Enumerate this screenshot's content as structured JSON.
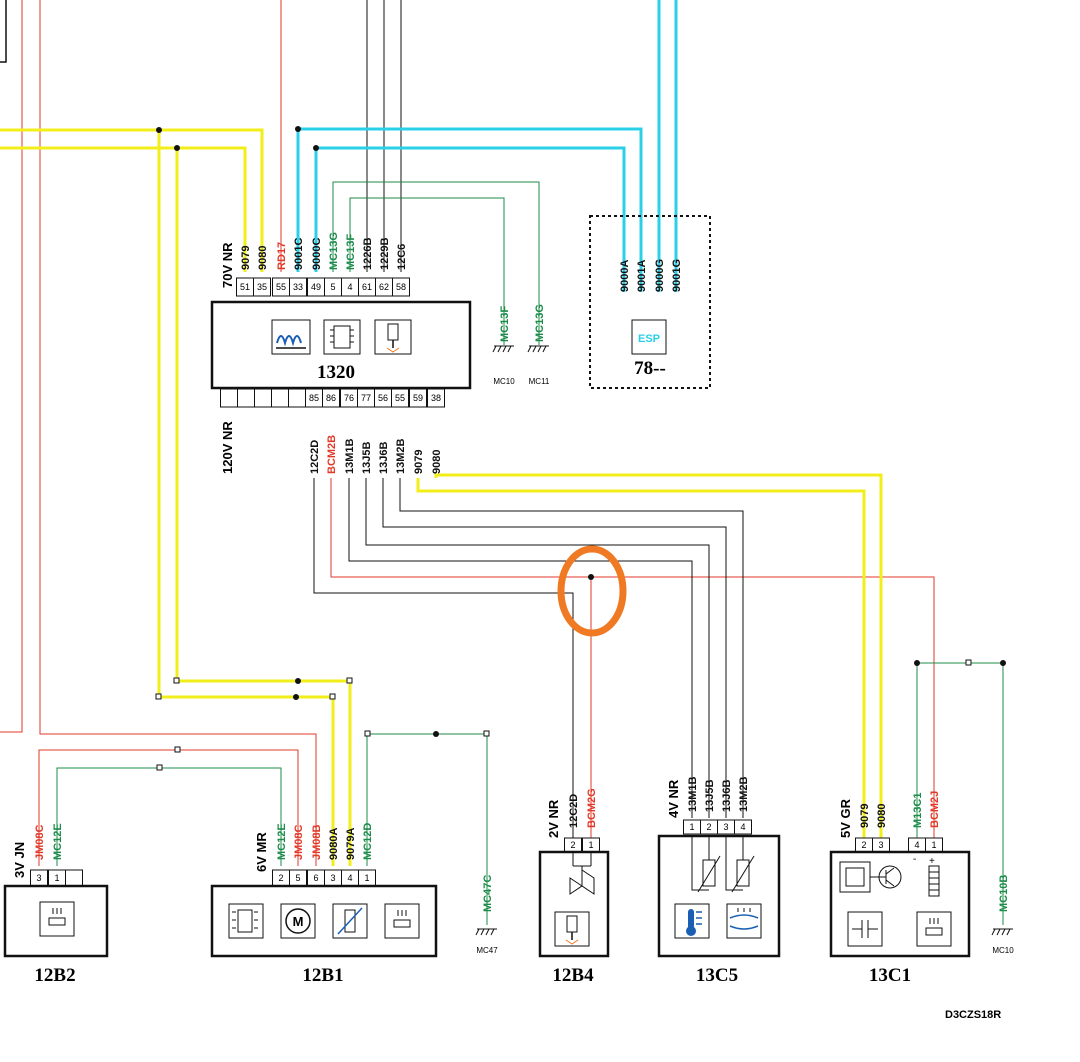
{
  "colors": {
    "yellow": "#f2ee1a",
    "cyan": "#2ad0e8",
    "red": "#e23a2a",
    "green": "#1c8c4a",
    "black": "#111111",
    "highlight": "#f07a24"
  },
  "ecu": {
    "id": "1320",
    "top_connector": "70V NR",
    "bottom_connector": "120V NR",
    "top_pins": [
      "51",
      "35",
      "55",
      "33",
      "49",
      "5",
      "4",
      "61",
      "62",
      "58"
    ],
    "top_wires": [
      "9079",
      "9080",
      "RD17",
      "9001C",
      "9000C",
      "MC13G",
      "MC13F",
      "1226B",
      "1229B",
      "12C6"
    ],
    "bottom_pins": [
      "85",
      "86",
      "76",
      "77",
      "56",
      "55",
      "59",
      "38"
    ],
    "bottom_wires": [
      "12C2D",
      "BCM2B",
      "13M1B",
      "13J5B",
      "13J6B",
      "13M2B",
      "9079",
      "9080"
    ]
  },
  "esp": {
    "id": "78--",
    "icon_text": "ESP",
    "wires": [
      "9000A",
      "9001A",
      "9000G",
      "9001G"
    ]
  },
  "grounds_top": [
    {
      "wire": "MC13F",
      "point": "MC10"
    },
    {
      "wire": "MC13G",
      "point": "MC11"
    }
  ],
  "c12B2": {
    "id": "12B2",
    "connector": "3V JN",
    "pins": [
      "3",
      "1",
      ""
    ],
    "wires": [
      "JM08C",
      "MC12E"
    ]
  },
  "c12B1": {
    "id": "12B1",
    "connector": "6V MR",
    "pins": [
      "2",
      "5",
      "6",
      "3",
      "4",
      "1"
    ],
    "wires": [
      "MC12E",
      "JM08C",
      "JM08B",
      "9080A",
      "9079A",
      "MC12D"
    ]
  },
  "ground_mc47": {
    "wire": "MC47C",
    "point": "MC47"
  },
  "c12B4": {
    "id": "12B4",
    "connector": "2V NR",
    "pins": [
      "2",
      "1"
    ],
    "wires": [
      "12C2D",
      "BCM2G"
    ]
  },
  "c13C5": {
    "id": "13C5",
    "connector": "4V NR",
    "pins": [
      "1",
      "2",
      "3",
      "4"
    ],
    "wires": [
      "13M1B",
      "13J5B",
      "13J6B",
      "13M2B"
    ]
  },
  "c13C1": {
    "id": "13C1",
    "connector": "5V GR",
    "pins": [
      "2",
      "3",
      "4",
      "1"
    ],
    "wires": [
      "9079",
      "9080",
      "M13C1",
      "BCM2J"
    ]
  },
  "ground_mc10b": {
    "wire": "MC10B",
    "point": "MC10"
  },
  "footer_code": "D3CZS18R"
}
